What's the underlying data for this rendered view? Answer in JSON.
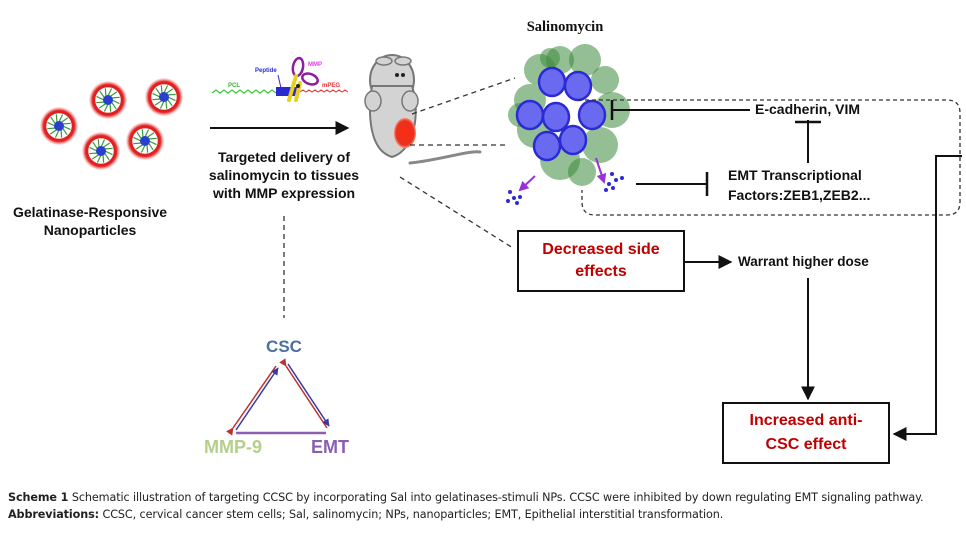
{
  "figure": {
    "nanoparticles": {
      "label_line1": "Gelatinase-Responsive",
      "label_line2": "Nanoparticles",
      "count": 5
    },
    "polymer_construct": {
      "pcl_label": "PCL",
      "peptide_label": "Peptide",
      "mmp_label": "MMP",
      "mpeg_label": "mPEG"
    },
    "delivery": {
      "line1": "Targeted delivery of",
      "line2": "salinomycin to tissues",
      "line3": "with MMP expression"
    },
    "tumor": {
      "title": "Salinomycin"
    },
    "pathway": {
      "e_cadherin": "E-cadherin, VIM",
      "emt_tf_line1": "EMT Transcriptional",
      "emt_tf_line2": "Factors:ZEB1,ZEB2..."
    },
    "decreased_box": {
      "line1": "Decreased side",
      "line2": "effects"
    },
    "warrant": "Warrant higher dose",
    "increased_box": {
      "line1": "Increased anti-",
      "line2": "CSC effect"
    },
    "triangle": {
      "top": "CSC",
      "left": "MMP-9",
      "right": "EMT"
    }
  },
  "colors": {
    "highlight_text": "#c00000",
    "csc": "#4a6fa5",
    "mmp9": "#b5cf8a",
    "emt": "#8a5fb0",
    "nanoparticle_shell": "#e02020",
    "nanoparticle_core": "#2a3fd0",
    "nanoparticle_arms": "#3a9a3a",
    "mouse_body": "#d0d0d0",
    "tumor_red": "#e8321e",
    "cell_blue": "#2b2bd6",
    "stroma_green": "#3c8a3c",
    "arrow_purple": "#9b30d9"
  },
  "caption": {
    "scheme_label": "Scheme 1",
    "scheme_text": " Schematic illustration of targeting CCSC by incorporating Sal into gelatinases-stimuli NPs. CCSC were inhibited by down regulating EMT signaling pathway.",
    "abbrev_label": "Abbreviations:",
    "abbrev_text": " CCSC, cervical cancer stem cells; Sal, salinomycin; NPs, nanoparticles; EMT, Epithelial interstitial transformation."
  }
}
